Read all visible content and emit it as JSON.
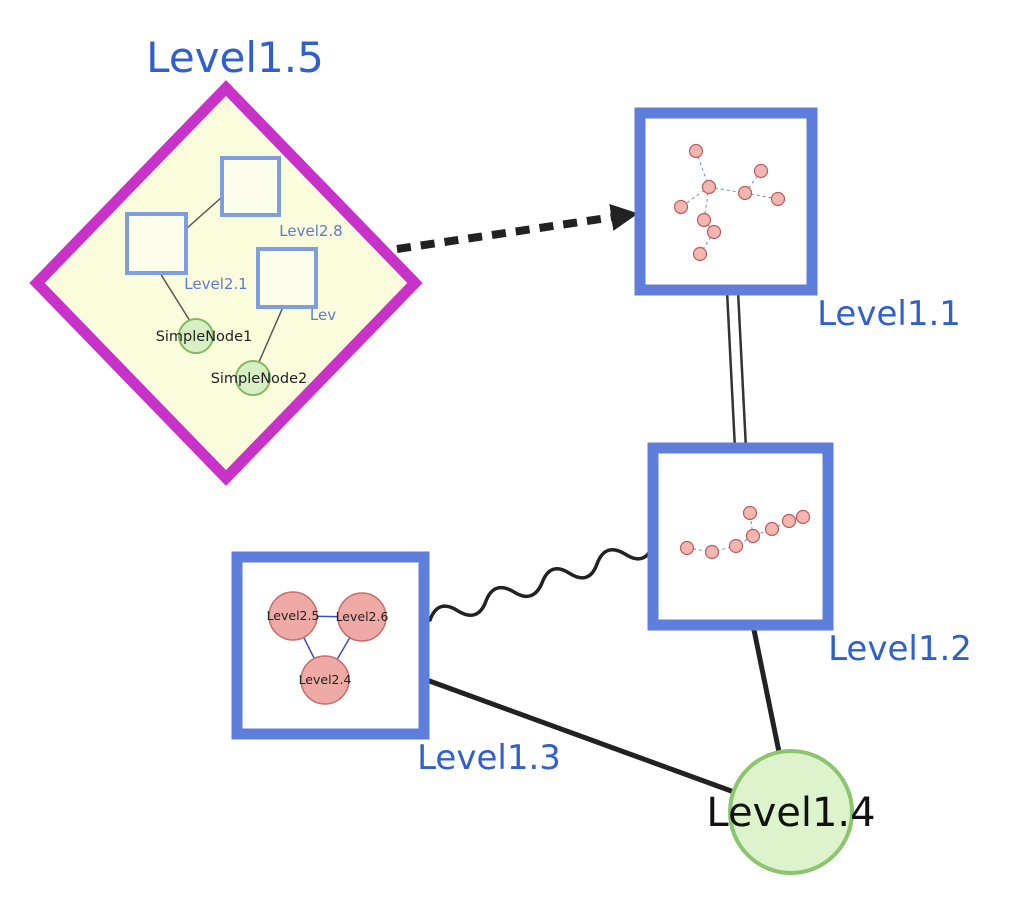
{
  "colors": {
    "background": "#ffffff",
    "label_blue": "#3060d0",
    "inner_label_blue": "#5b7ad8",
    "node_border_blue": "#5d7fdb",
    "inner_square_border": "#7f9de2",
    "inner_square_fill": "#fcfdea",
    "diamond_border": "#c832c8",
    "diamond_fill": "#fbfcdb",
    "green_node_fill": "#d8eec3",
    "green_node_border": "#7fb963",
    "level14_fill": "#ddf3cc",
    "level14_border": "#8bc56d",
    "pink_node_fill": "#f0aaa6",
    "pink_node_border": "#c36d6d",
    "mini_node_fill": "#f3b6b0",
    "mini_node_border": "#c05b5b",
    "mini_edge_blue": "#7788bb",
    "triangle_edge_blue": "#3a4ec0",
    "edge_black": "#222222"
  },
  "nodes": {
    "level15": {
      "label": "Level1.5",
      "shape": "diamond"
    },
    "level11": {
      "label": "Level1.1",
      "shape": "square"
    },
    "level12": {
      "label": "Level1.2",
      "shape": "square"
    },
    "level13": {
      "label": "Level1.3",
      "shape": "square"
    },
    "level14": {
      "label": "Level1.4",
      "shape": "circle"
    },
    "level28": {
      "label": "Level2.8",
      "shape": "square"
    },
    "level21": {
      "label": "Level2.1",
      "shape": "square"
    },
    "lev": {
      "label": "Lev",
      "shape": "square"
    },
    "simplenode1": {
      "label": "SimpleNode1",
      "shape": "circle"
    },
    "simplenode2": {
      "label": "SimpleNode2",
      "shape": "circle"
    },
    "level25": {
      "label": "Level2.5",
      "shape": "circle"
    },
    "level26": {
      "label": "Level2.6",
      "shape": "circle"
    },
    "level24": {
      "label": "Level2.4",
      "shape": "circle"
    }
  },
  "edges": [
    {
      "from": "Level1.5",
      "to": "Level1.1",
      "style": "bold-dashed-arrow"
    },
    {
      "from": "Level1.1",
      "to": "Level1.2",
      "style": "double-line"
    },
    {
      "from": "Level1.2",
      "to": "Level1.3",
      "style": "wavy"
    },
    {
      "from": "Level1.3",
      "to": "Level1.4",
      "style": "solid-thick"
    },
    {
      "from": "Level1.2",
      "to": "Level1.4",
      "style": "solid-thick"
    },
    {
      "from": "Level2.1",
      "to": "Level2.8",
      "style": "solid-thin"
    },
    {
      "from": "Level2.1",
      "to": "SimpleNode1",
      "style": "solid-thin"
    },
    {
      "from": "Lev",
      "to": "SimpleNode2",
      "style": "solid-thin"
    },
    {
      "from": "Level2.5",
      "to": "Level2.6",
      "style": "solid-thin-blue"
    },
    {
      "from": "Level2.5",
      "to": "Level2.4",
      "style": "solid-thin-blue"
    },
    {
      "from": "Level2.6",
      "to": "Level2.4",
      "style": "solid-thin-blue"
    }
  ],
  "subgraphs": {
    "level11": {
      "unlabeled_node_count": 9,
      "edge_style": "dashed"
    },
    "level12": {
      "unlabeled_node_count": 8,
      "edge_style": "dashed"
    }
  }
}
